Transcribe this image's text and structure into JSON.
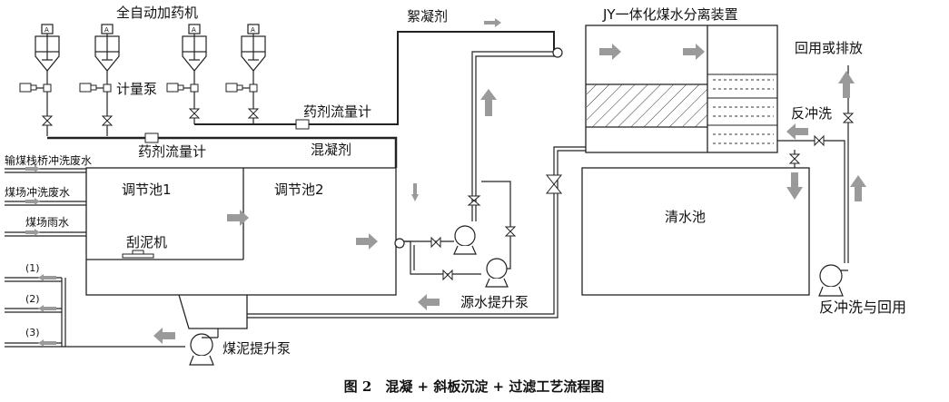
{
  "labels": {
    "auto_dosing": "全自动加药机",
    "metering_pump": "计量泵",
    "flowmeter_right": "药剂流量计",
    "flowmeter_left": "药剂流量计",
    "coagulant": "混凝剂",
    "flocculant": "絮凝剂",
    "jy_device": "JY一体化煤水分离装置",
    "reuse_or_discharge": "回用或排放",
    "backwash": "反冲洗",
    "clear_water_tank": "清水池",
    "backwash_and_reuse": "反冲洗与回用",
    "raw_water_pump": "源水提升泵",
    "sludge_pump": "煤泥提升泵",
    "scraper": "刮泥机",
    "tank1": "调节池1",
    "tank2": "调节池2"
  },
  "inflows": [
    "输煤栈桥冲洗废水",
    "煤场冲洗废水",
    "煤场雨水"
  ],
  "outlets": [
    "(1)",
    "(2)",
    "(3)"
  ],
  "tank_tags": [
    "A",
    "A",
    "A",
    "A"
  ],
  "caption": "图 2　混凝 + 斜板沉淀 + 过滤工艺流程图"
}
